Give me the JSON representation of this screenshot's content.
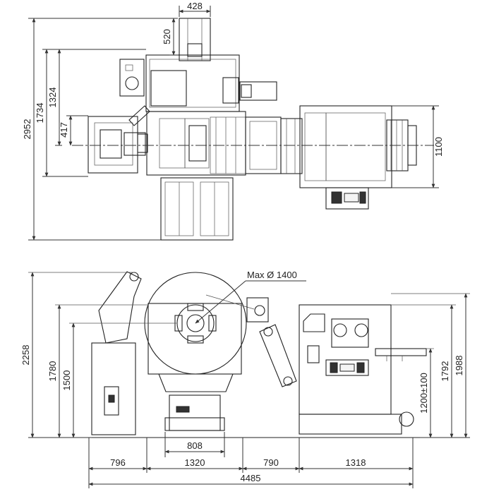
{
  "top_view": {
    "dims": {
      "width_top": "428",
      "offset_520": "520",
      "overall_depth": "2952",
      "depth_1734": "1734",
      "depth_1324": "1324",
      "offset_417": "417",
      "width_1100": "1100"
    }
  },
  "side_view": {
    "callout": "Max Ø 1400",
    "dims": {
      "h_2258": "2258",
      "h_1780": "1780",
      "h_1500": "1500",
      "h_1988": "1988",
      "h_1792": "1792",
      "h_1200": "1200±100",
      "w_808": "808",
      "w_796": "796",
      "w_1320": "1320",
      "w_790": "790",
      "w_1318": "1318",
      "w_total": "4485"
    }
  }
}
